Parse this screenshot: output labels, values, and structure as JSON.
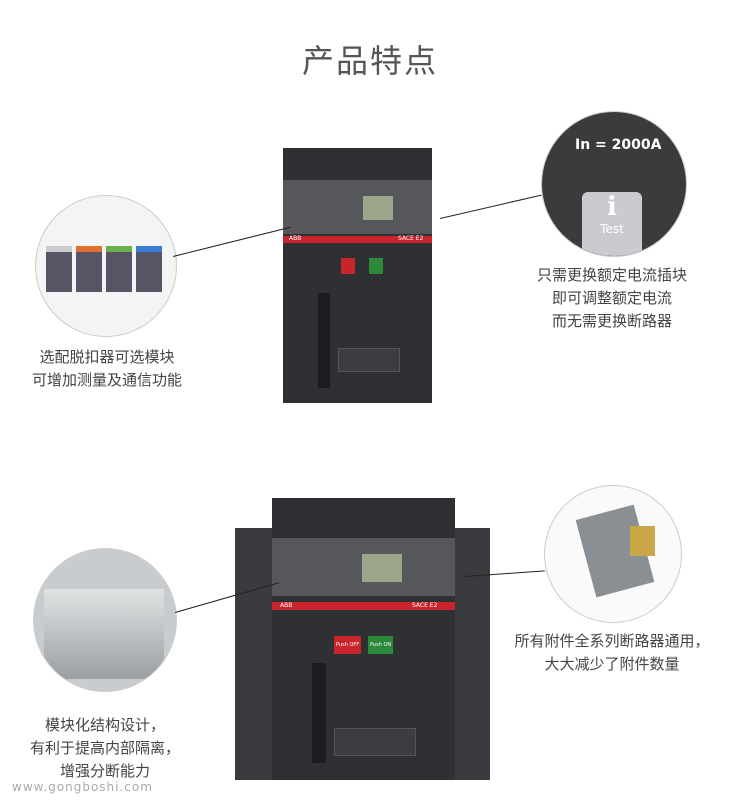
{
  "title": "产品特点",
  "features": [
    {
      "lines": [
        "选配脱扣器可选模块",
        "可增加测量及通信功能"
      ]
    },
    {
      "lines": [
        "只需更换额定电流插块",
        "即可调整额定电流",
        "而无需更换断路器"
      ]
    },
    {
      "lines": [
        "模块化结构设计，",
        "有利于提高内部隔离，",
        "增强分断能力"
      ]
    },
    {
      "lines": [
        "所有附件全系列断路器通用，",
        "大大减少了附件数量"
      ]
    }
  ],
  "rating_plug": {
    "label": "In = 2000A",
    "button": "Test",
    "icon": "info-icon"
  },
  "breaker": {
    "brand": "ABB",
    "model": "SACE E2",
    "off": "Push OFF",
    "on": "Push ON"
  },
  "watermark": "www.gongboshi.com",
  "colors": {
    "breaker": "#2f3033",
    "accent_red": "#c8242b",
    "on_green": "#2a8a3a",
    "text": "#444444"
  }
}
